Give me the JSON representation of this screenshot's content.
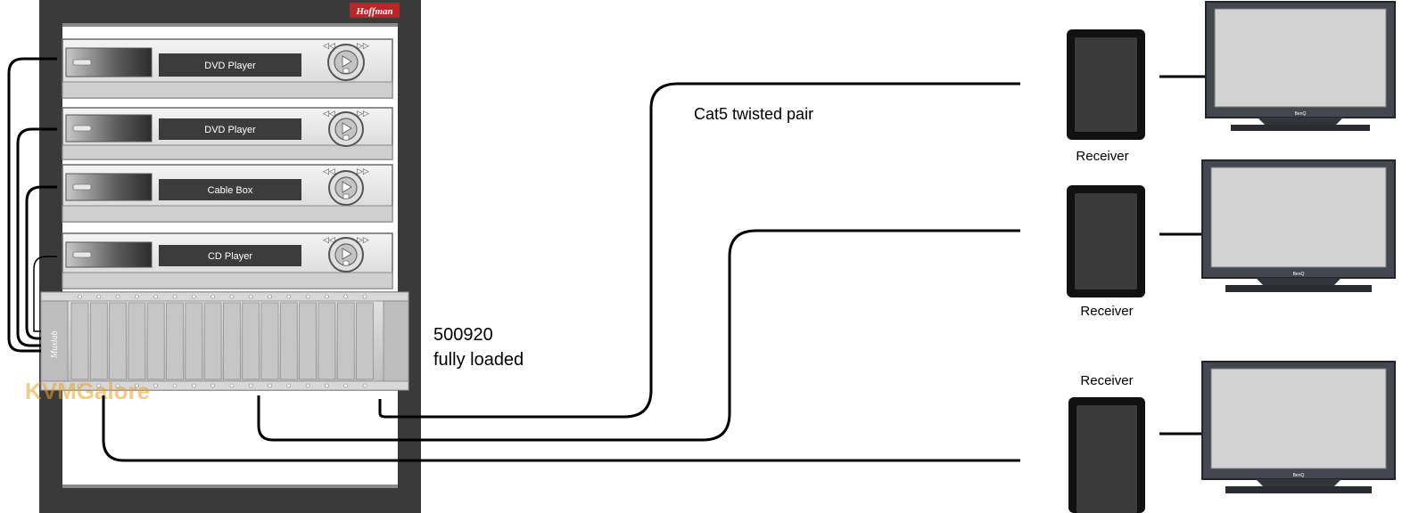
{
  "rack": {
    "brand": "Hoffman",
    "devices": [
      {
        "label": "DVD Player"
      },
      {
        "label": "DVD Player"
      },
      {
        "label": "Cable Box"
      },
      {
        "label": "CD Player"
      }
    ]
  },
  "hub": {
    "brand": "Muxlab",
    "model_text": "500920",
    "status_text": "fully loaded",
    "watermark": "KVMGalore"
  },
  "cable_label": "Cat5 twisted pair",
  "receivers": [
    {
      "label": "Receiver"
    },
    {
      "label": "Receiver"
    },
    {
      "label": "Receiver"
    }
  ],
  "monitor_brand": "BenQ",
  "colors": {
    "rack_frame": "#3a3a3a",
    "device_display": "#3c3c3c",
    "device_text": "#ffffff",
    "hub_body": "#cfcfcf",
    "cable": "#000000",
    "brand_badge": "#b8262a",
    "watermark": "#e8a020"
  }
}
